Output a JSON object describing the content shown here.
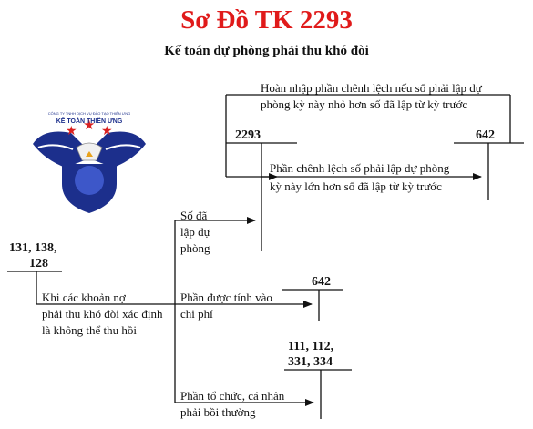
{
  "title": "Sơ Đồ TK 2293",
  "subtitle": "Kế toán dự phòng phải thu khó đòi",
  "logo": {
    "text": "KẾ TOÁN THIÊN ƯNG",
    "small_text": "CÔNG TY TNHH DỊCH VỤ ĐÀO TẠO THIÊN ƯNG"
  },
  "accounts": {
    "a131": "131, 138,",
    "a128": "128",
    "a2293": "2293",
    "a642_top": "642",
    "a642_mid": "642",
    "a111_line1": "111, 112,",
    "a111_line2": "331, 334"
  },
  "labels": {
    "hoan_nhap_1": "Hoàn nhập phần chênh lệch nếu số phải lập dự",
    "hoan_nhap_2": "phòng kỳ này nhỏ hơn số đã lập từ kỳ trước",
    "chenh_lech_1": "Phần chênh lệch số phải lập dự phòng",
    "chenh_lech_2": "kỳ này lớn hơn số đã lập từ kỳ trước",
    "so_da_1": "Số đã",
    "so_da_2": "lập dự",
    "so_da_3": "phòng",
    "khi_1": "Khi các khoản nợ",
    "khi_2": "phải thu khó đòi xác định",
    "khi_3": "là không thể thu hồi",
    "duoc_tinh_1": "Phần được tính vào",
    "duoc_tinh_2": "chi phí",
    "boi_thuong_1": "Phần tổ chức, cá nhân",
    "boi_thuong_2": "phải bồi thường"
  },
  "colors": {
    "title": "#e01a1a",
    "lines": "#111111",
    "logo_blue": "#1c2f8c",
    "logo_red": "#d92020"
  }
}
